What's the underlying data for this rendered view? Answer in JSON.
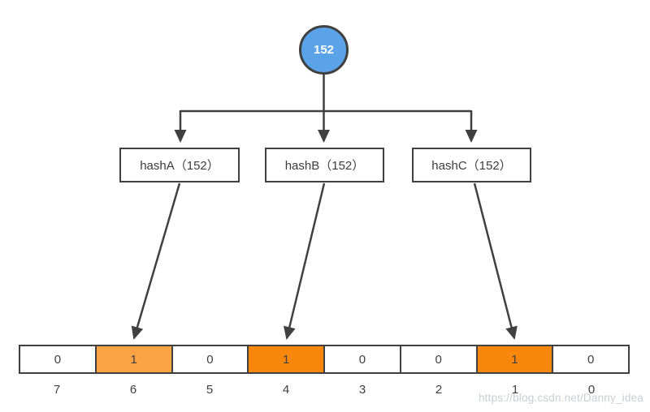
{
  "diagram": {
    "root_node": {
      "label": "152"
    },
    "hash_nodes": [
      {
        "label": "hashA（152）"
      },
      {
        "label": "hashB（152）"
      },
      {
        "label": "hashC（152）"
      }
    ],
    "bit_array": {
      "cells": [
        {
          "index": "7",
          "value": "0",
          "highlight": "none"
        },
        {
          "index": "6",
          "value": "1",
          "highlight": "light_orange"
        },
        {
          "index": "5",
          "value": "0",
          "highlight": "none"
        },
        {
          "index": "4",
          "value": "1",
          "highlight": "orange"
        },
        {
          "index": "3",
          "value": "0",
          "highlight": "none"
        },
        {
          "index": "2",
          "value": "0",
          "highlight": "none"
        },
        {
          "index": "1",
          "value": "1",
          "highlight": "orange"
        },
        {
          "index": "0",
          "value": "0",
          "highlight": "none"
        }
      ]
    },
    "colors": {
      "node_blue": "#5BA3E8",
      "highlight_light_orange": "#F9A344",
      "highlight_orange": "#F8870E",
      "line": "#404040",
      "none": "#FFFFFF"
    },
    "watermark": "https://blog.csdn.net/Danny_idea"
  }
}
